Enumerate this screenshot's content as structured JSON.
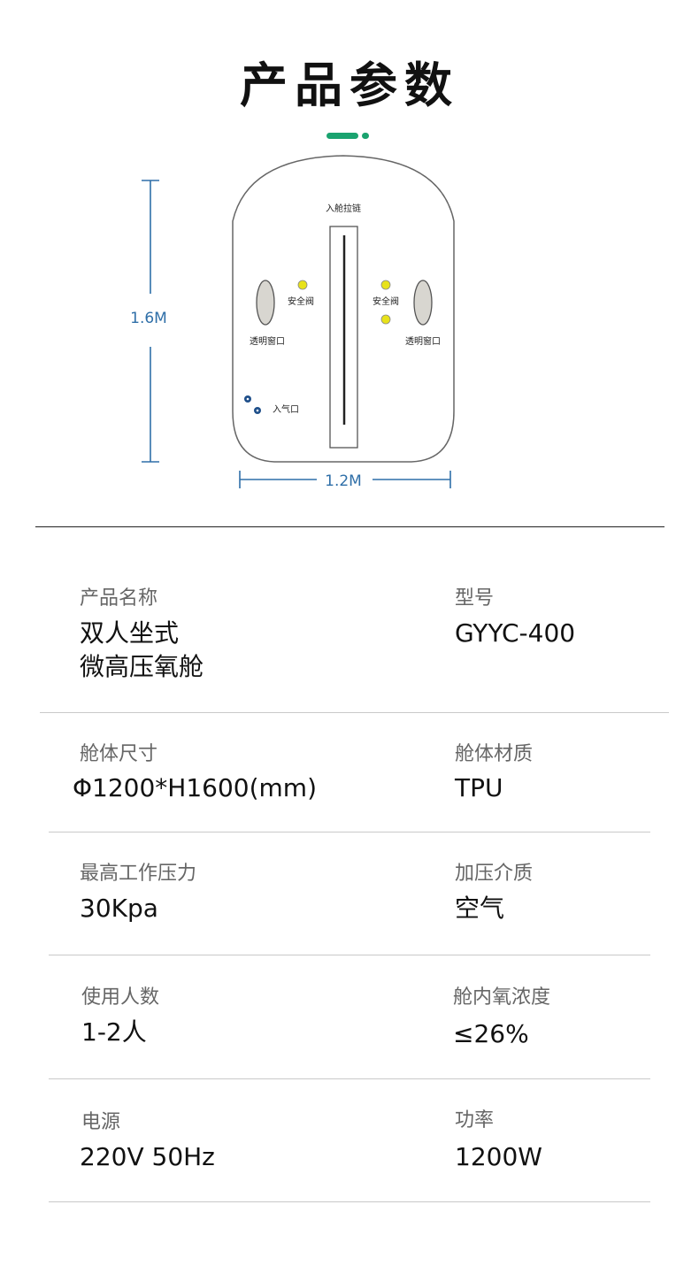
{
  "header": {
    "title": "产品参数"
  },
  "colors": {
    "accent": "#1aa36f",
    "dimension": "#2f6fa8",
    "led": "#e8e21a",
    "valve": "#1f4f8a"
  },
  "diagram": {
    "zipper_label": "入舱拉链",
    "valve_left_label": "安全阀",
    "valve_right_label": "安全阀",
    "window_left_label": "透明窗口",
    "window_right_label": "透明窗口",
    "inlet_label": "入气口",
    "height_label": "1.6M",
    "width_label": "1.2M"
  },
  "specs": [
    {
      "left_label": "产品名称",
      "left_value": "双人坐式\n微高压氧舱",
      "right_label": "型号",
      "right_value": "GYYC-400"
    },
    {
      "left_label": "舱体尺寸",
      "left_value": "Φ1200*H1600(mm)",
      "right_label": "舱体材质",
      "right_value": "TPU"
    },
    {
      "left_label": "最高工作压力",
      "left_value": "30Kpa",
      "right_label": "加压介质",
      "right_value": "空气"
    },
    {
      "left_label": "使用人数",
      "left_value": "1-2人",
      "right_label": "舱内氧浓度",
      "right_value": "≤26%"
    },
    {
      "left_label": "电源",
      "left_value": "220V 50Hz",
      "right_label": "功率",
      "right_value": "1200W"
    }
  ]
}
